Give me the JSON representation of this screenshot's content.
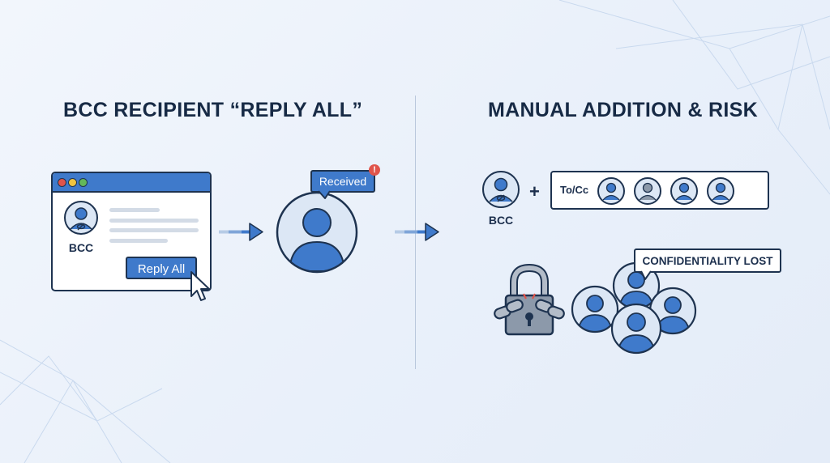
{
  "left_panel": {
    "title": "BCC RECIPIENT “REPLY ALL”",
    "sender_label": "BCC",
    "reply_all_button": "Reply All",
    "received_badge": "Received",
    "alert_mark": "!"
  },
  "right_panel": {
    "title": "MANUAL ADDITION & RISK",
    "bcc_label": "BCC",
    "plus_sign": "+",
    "to_cc_label": "To/Cc",
    "confidentiality_callout": "CONFIDENTIALITY LOST"
  },
  "colors": {
    "accent_blue": "#3f7acb",
    "outline_navy": "#1e3350",
    "heading_navy": "#172a45",
    "alert_red": "#e0544a",
    "lock_gray": "#8c99aa",
    "background": "#eaf1fa"
  },
  "icons": [
    "user-avatar-icon",
    "hidden-eye-icon",
    "arrow-right-icon",
    "mouse-cursor-icon",
    "padlock-icon",
    "broken-chain-icon",
    "group-icon"
  ]
}
